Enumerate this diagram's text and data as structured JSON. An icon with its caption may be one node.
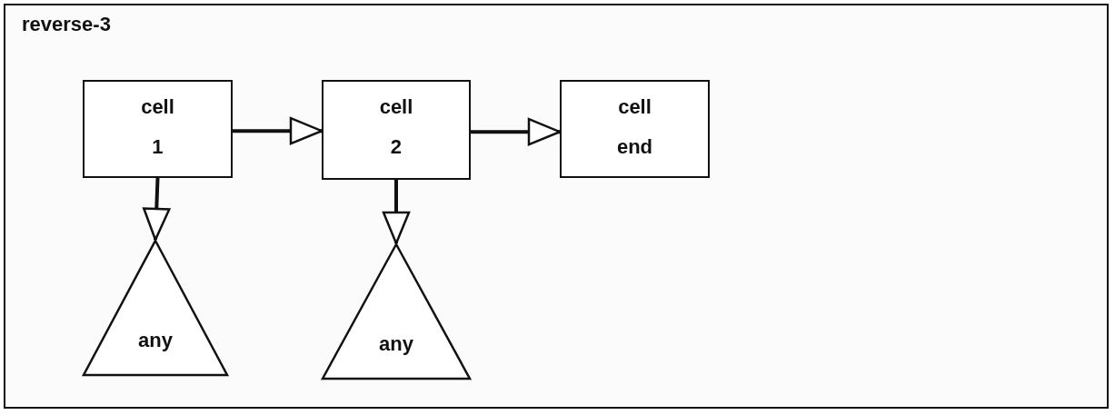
{
  "diagram": {
    "nodes": [
      {
        "text": [
          "reverse-3"
        ]
      },
      {
        "text": [
          "cell 1"
        ],
        "in": 0
      },
      {
        "text": [
          "cell 2"
        ],
        "in": 0
      },
      {
        "text": [
          "cell end"
        ],
        "in": 0
      },
      {
        "text": [
          "any"
        ],
        "in": 0
      },
      {
        "text": [
          "any"
        ],
        "in": 0
      }
    ],
    "edges": [
      {
        "from": 1,
        "to": 2,
        "arrow": "to"
      },
      {
        "from": 2,
        "to": 3,
        "arrow": "to"
      },
      {
        "from": 1,
        "to": 4,
        "arrow": "to"
      },
      {
        "from": 2,
        "to": 5,
        "arrow": "to"
      }
    ]
  }
}
